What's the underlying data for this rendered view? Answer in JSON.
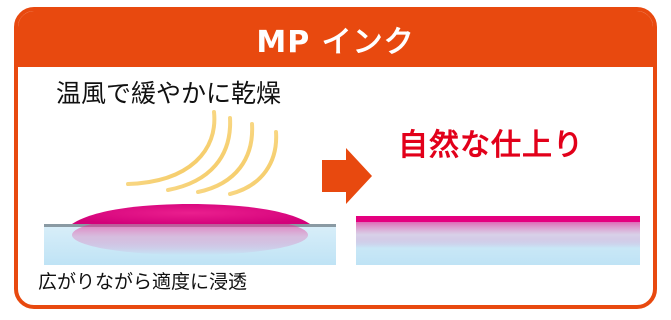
{
  "header": {
    "title": "MP インク"
  },
  "labels": {
    "drying": "温風で緩やかに乾燥",
    "result": "自然な仕上り",
    "penetration": "広がりながら適度に浸透"
  },
  "colors": {
    "accent_orange": "#e8490f",
    "ink_magenta": "#e4007f",
    "result_red": "#e2001a",
    "media_blue": "#bfe3f5",
    "warm_air": "#f7d27a"
  },
  "icons": {
    "air": "warm-air-icon",
    "arrow": "right-arrow-icon"
  }
}
